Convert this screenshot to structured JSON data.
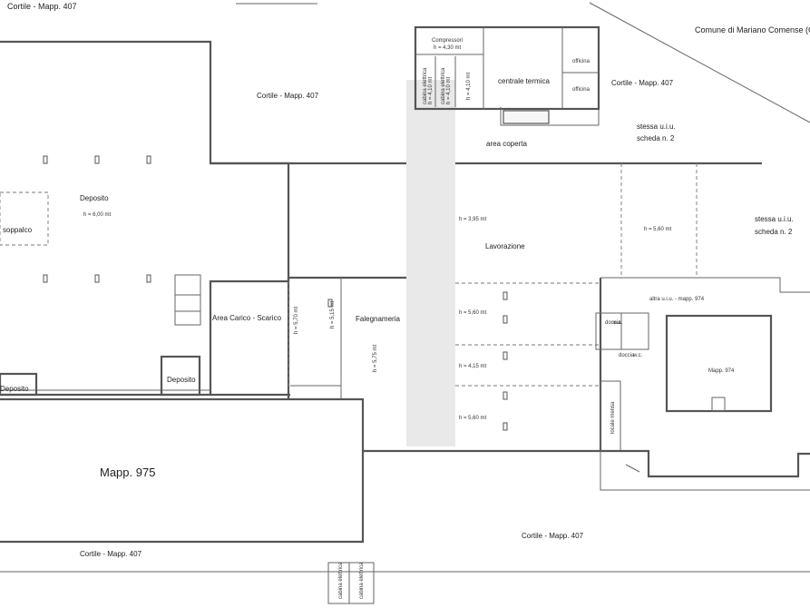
{
  "labels": {
    "cortile_top_left": "Cortile - Mapp. 407",
    "comune": "Comune di Mariano Comense (CO)",
    "compressori": "Compressori",
    "h_compressori": "h = 4,30 mt",
    "cabina_1": "cabina elettrica",
    "h_cabina_1": "h = 4,10 mt",
    "cabina_2": "cabina elettrica",
    "h_cabina_2": "h = 4,10 mt",
    "h_vertical": "h = 4,10 mt",
    "centrale_termica": "centrale termica",
    "officina_1": "officina",
    "officina_2": "officina",
    "cortile_mid_left": "Cortile - Mapp. 407",
    "cortile_mid_right": "Cortile - Mapp. 407",
    "stessa_uiu_1": "stessa u.i.u.",
    "scheda_1": "scheda n. 2",
    "area_coperta": "area coperta",
    "deposito_main": "Deposito",
    "h_deposito": "h = 6,00 mt",
    "soppalco": "soppalco",
    "h_lavorazione": "h = 3,95 mt",
    "h_lavorazione_right": "h = 5,60 mt",
    "stessa_uiu_2": "stessa u.i.u.",
    "scheda_2": "scheda n. 2",
    "lavorazione": "Lavorazione",
    "altra_uiu": "altra u.i.u. - mapp. 974",
    "area_carico": "Area Carico - Scarico",
    "h_area_carico": "h = 5,70 mt",
    "h_falegnameria_1": "h = 5,15 mt",
    "falegnameria": "Falegnameria",
    "h_falegnameria_2": "h = 5,75 mt",
    "h_row_1": "h = 5,60 mt",
    "h_row_2": "h = 4,15 mt",
    "h_row_3": "h = 5,60 mt",
    "mapp_974": "Mapp. 974",
    "deposito_small_left": "Deposito",
    "deposito_small_center": "Deposito",
    "locale_mensa": "locale mensa",
    "mapp_975": "Mapp. 975",
    "cortile_bottom_left": "Cortile - Mapp. 407",
    "cortile_bottom_right": "Cortile - Mapp. 407",
    "cabina_bottom_1": "cabina elettrica",
    "cabina_bottom_2": "cabina elettrica",
    "wc_1": "w.c.",
    "wc_2": "w.c.",
    "doccia": "doccia",
    "doccia_2": "doccia"
  },
  "colors": {
    "wall": "#555555",
    "background": "#ffffff"
  }
}
